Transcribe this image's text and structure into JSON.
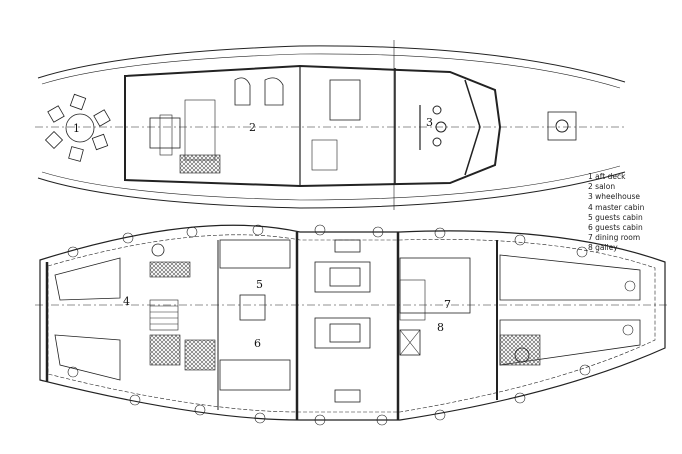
{
  "title": "Deck plan",
  "room_numbers": [
    "1",
    "2",
    "3",
    "4",
    "5",
    "6",
    "7",
    "8"
  ],
  "legend": [
    {
      "num": "1",
      "label": "aft deck"
    },
    {
      "num": "2",
      "label": "salon"
    },
    {
      "num": "3",
      "label": "wheelhouse"
    },
    {
      "num": "4",
      "label": "master cabin"
    },
    {
      "num": "5",
      "label": "guests cabin"
    },
    {
      "num": "6",
      "label": "guests cabin"
    },
    {
      "num": "7",
      "label": "dining room"
    },
    {
      "num": "8",
      "label": "galley"
    }
  ],
  "colors": {
    "line": "#222222",
    "hatch": "#555555",
    "background": "#ffffff"
  }
}
